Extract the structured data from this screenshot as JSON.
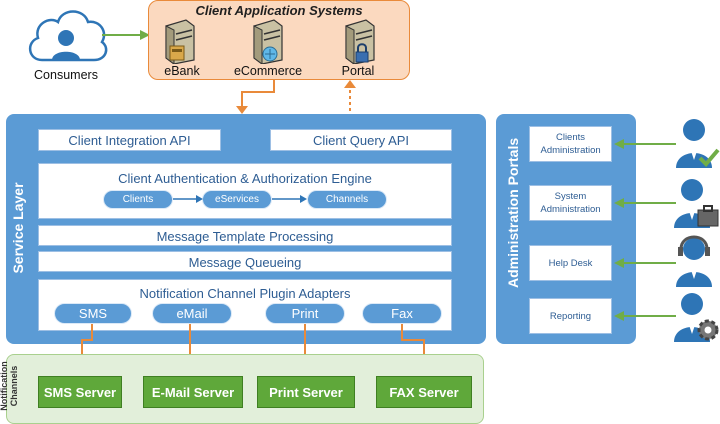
{
  "consumers": {
    "label": "Consumers"
  },
  "client_systems": {
    "title": "Client Application Systems",
    "servers": [
      {
        "label": "eBank"
      },
      {
        "label": "eCommerce"
      },
      {
        "label": "Portal"
      }
    ]
  },
  "service_layer": {
    "label": "Service Layer",
    "integration_api": "Client Integration API",
    "query_api": "Client Query API",
    "auth_engine": {
      "title": "Client Authentication & Authorization Engine",
      "steps": [
        "Clients",
        "eServices",
        "Channels"
      ]
    },
    "template_processing": "Message Template Processing",
    "queueing": "Message Queueing",
    "plugins": {
      "title": "Notification Channel Plugin Adapters",
      "items": [
        "SMS",
        "eMail",
        "Print",
        "Fax"
      ]
    }
  },
  "admin_portals": {
    "label": "Administration Portals",
    "items": [
      {
        "label": "Clients Administration"
      },
      {
        "label": "System Administration"
      },
      {
        "label": "Help Desk"
      },
      {
        "label": "Reporting"
      }
    ]
  },
  "notification_channels": {
    "label": "Notification Channels",
    "servers": [
      "SMS Server",
      "E-Mail Server",
      "Print Server",
      "FAX Server"
    ]
  },
  "colors": {
    "service_blue": "#5b9bd5",
    "client_orange": "#fbd9bf",
    "arrow_orange": "#e98a3a",
    "arrow_green": "#70ad47",
    "server_green": "#5fa83a"
  }
}
